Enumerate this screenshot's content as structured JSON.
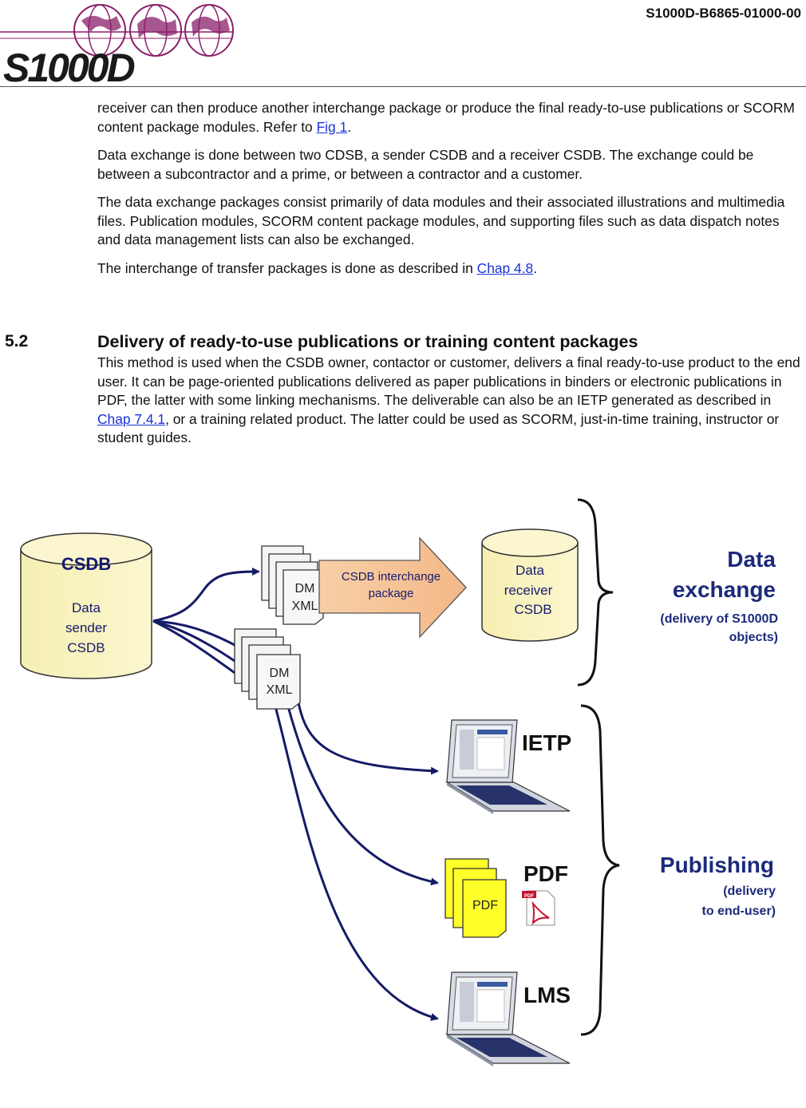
{
  "header": {
    "logo_text": "S1000D",
    "doc_id": "S1000D-B6865-01000-00"
  },
  "paragraphs": {
    "p1_text": "receiver can then produce another interchange package or produce the final ready-to-use publications or SCORM content package modules. Refer to ",
    "p1_link": "Fig 1",
    "p1_end": ".",
    "p2": "Data exchange is done between two CDSB, a sender CSDB and a receiver CSDB. The exchange could be between a subcontractor and a prime, or between a contractor and a customer.",
    "p3": "The data exchange packages consist primarily of data modules and their associated illustrations and multimedia files. Publication modules, SCORM content package modules, and supporting files such as data dispatch notes and data management lists can also be exchanged.",
    "p4_text": "The interchange of transfer packages is done as described in ",
    "p4_link": "Chap 4.8",
    "p4_end": "."
  },
  "section": {
    "number": "5.2",
    "title": "Delivery of ready-to-use publications or training content packages",
    "body_text": "This method is used when the CSDB owner, contactor or customer, delivers a final ready-to-use product to the end user. It can be page-oriented publications delivered as paper publications in binders or electronic publications in PDF, the latter with some linking mechanisms. The deliverable can also be an IETP generated as described in ",
    "body_link": "Chap 7.4.1",
    "body_end": ", or a training related product. The latter could be used as SCORM, just-in-time training, instructor or student guides."
  },
  "figure": {
    "sender_title": "CSDB",
    "sender_line1": "Data",
    "sender_line2": "sender",
    "sender_line3": "CSDB",
    "dm_line1": "DM",
    "dm_line2": "XML",
    "arrow_line1": "CSDB  interchange",
    "arrow_line2": "package",
    "receiver_line1": "Data",
    "receiver_line2": "receiver",
    "receiver_line3": "CSDB",
    "exchange_title1": "Data",
    "exchange_title2": "exchange",
    "exchange_sub1": "(delivery of S1000D",
    "exchange_sub2": "objects)",
    "ietp_label": "IETP",
    "pdf_label": "PDF",
    "pdf_doc_text": "PDF",
    "pdf_icon_text": "PDF",
    "lms_label": "LMS",
    "publishing_title": "Publishing",
    "publishing_sub1": "(delivery",
    "publishing_sub2": "to end-user)"
  }
}
